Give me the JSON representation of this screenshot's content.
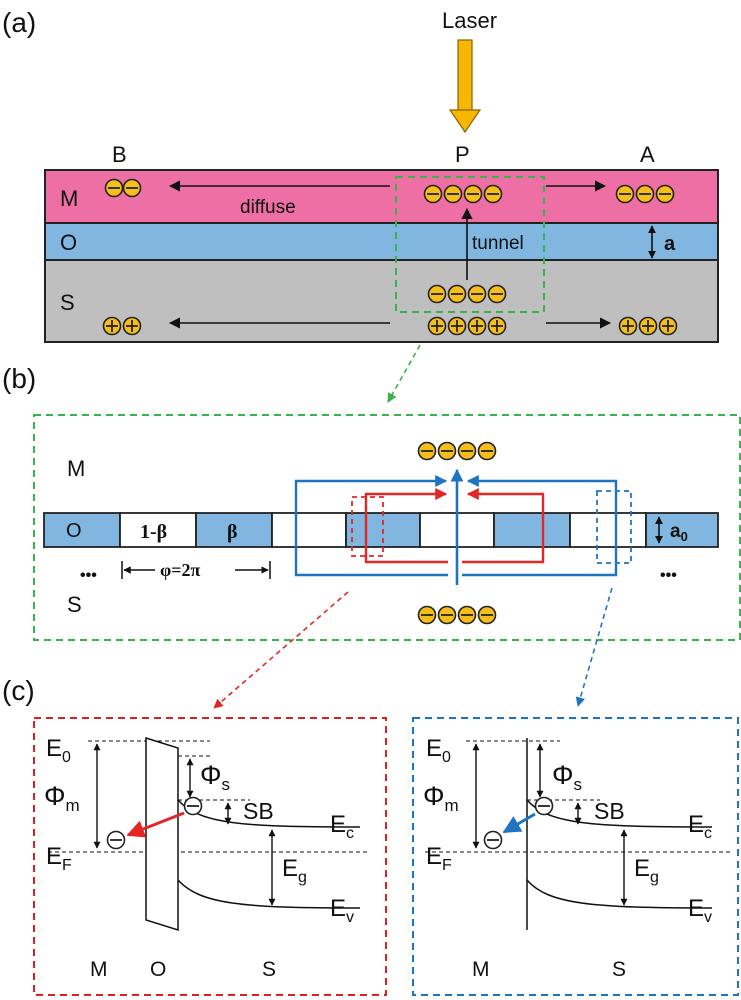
{
  "panels": {
    "a": "(a)",
    "b": "(b)",
    "c": "(c)"
  },
  "panel_a": {
    "laser": "Laser",
    "point_b": "B",
    "point_p": "P",
    "point_a": "A",
    "layer_m": "M",
    "layer_o": "O",
    "layer_s": "S",
    "diffuse": "diffuse",
    "tunnel": "tunnel",
    "thickness": "a",
    "colors": {
      "metal": "#EE6FA4",
      "oxide": "#80B6E0",
      "semiconductor": "#BFBFBF",
      "charge": "#F6BE1A",
      "arrow": "#F5B700"
    }
  },
  "panel_b": {
    "layer_m": "M",
    "layer_o": "O",
    "layer_s": "S",
    "one_minus_beta": "1-β",
    "beta": "β",
    "period": "φ=2π",
    "thickness": "a",
    "thickness_sub": "0",
    "ellipsis": "•••",
    "colors": {
      "frame": "#3AB34A",
      "oxide": "#80B6E0",
      "path_blue": "#1F74C2",
      "path_red": "#E32626"
    }
  },
  "panel_c_left": {
    "E0": "E",
    "E0_sub": "0",
    "Phi_m": "Φ",
    "Phi_m_sub": "m",
    "EF": "E",
    "EF_sub": "F",
    "Phi_s": "Φ",
    "Phi_s_sub": "s",
    "SB": "SB",
    "Ec": "E",
    "Ec_sub": "c",
    "Eg": "E",
    "Eg_sub": "g",
    "Ev": "E",
    "Ev_sub": "v",
    "label_m": "M",
    "label_o": "O",
    "label_s": "S",
    "frame_color": "#E02020"
  },
  "panel_c_right": {
    "E0": "E",
    "E0_sub": "0",
    "Phi_m": "Φ",
    "Phi_m_sub": "m",
    "EF": "E",
    "EF_sub": "F",
    "Phi_s": "Φ",
    "Phi_s_sub": "s",
    "SB": "SB",
    "Ec": "E",
    "Ec_sub": "c",
    "Eg": "E",
    "Eg_sub": "g",
    "Ev": "E",
    "Ev_sub": "v",
    "label_m": "M",
    "label_s": "S",
    "frame_color": "#1F74C2"
  }
}
